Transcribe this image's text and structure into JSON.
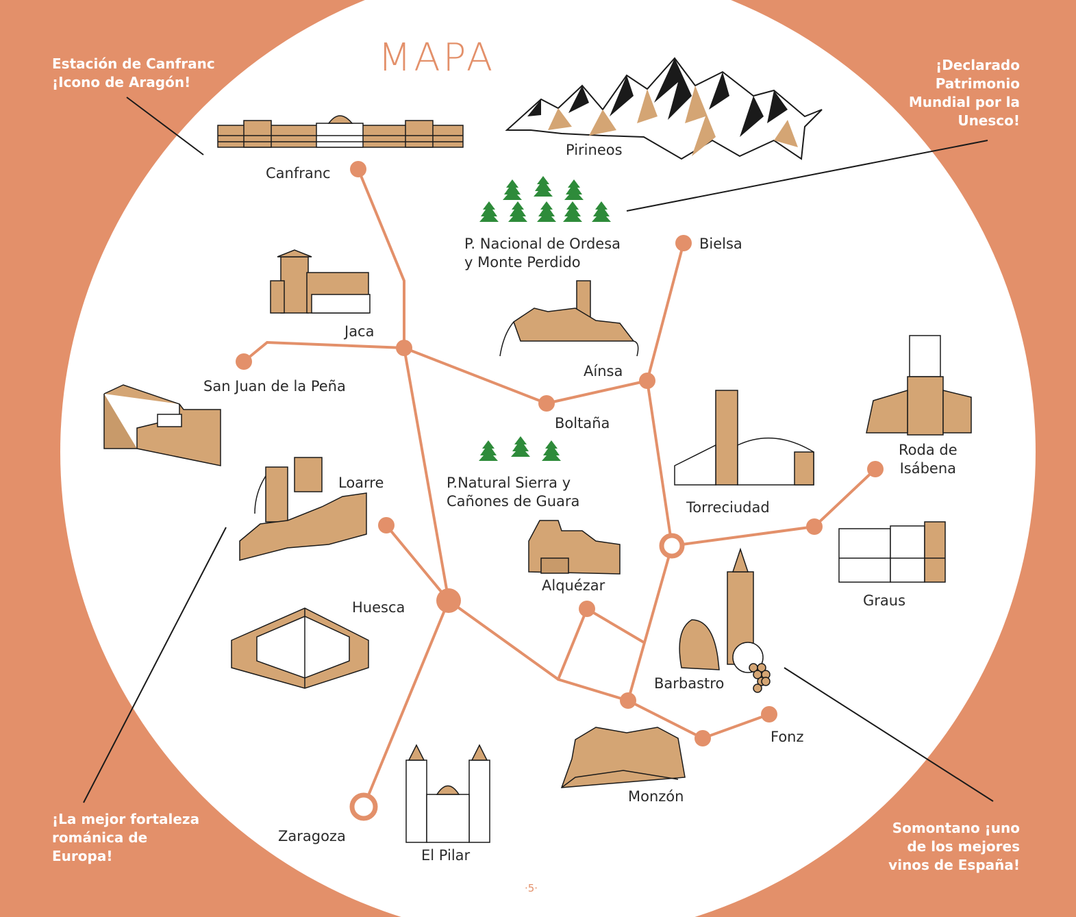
{
  "title": "MAPA",
  "page_number": "·5·",
  "colors": {
    "accent": "#e3906a",
    "illustration_fill": "#d4a574",
    "tree_green": "#2e8b3a",
    "text": "#2a2a2a"
  },
  "places": {
    "canfranc": "Canfranc",
    "pirineos": "Pirineos",
    "ordesa_line1": "P. Nacional de Ordesa",
    "ordesa_line2": "y Monte Perdido",
    "bielsa": "Bielsa",
    "jaca": "Jaca",
    "ainsa": "Aínsa",
    "san_juan": "San Juan de la Peña",
    "boltana": "Boltaña",
    "roda_line1": "Roda de",
    "roda_line2": "Isábena",
    "loarre": "Loarre",
    "guara_line1": "P.Natural Sierra y",
    "guara_line2": "Cañones de Guara",
    "torreciudad": "Torreciudad",
    "alquezar": "Alquézar",
    "graus": "Graus",
    "huesca": "Huesca",
    "barbastro": "Barbastro",
    "fonz": "Fonz",
    "monzon": "Monzón",
    "zaragoza": "Zaragoza",
    "el_pilar": "El Pilar"
  },
  "callouts": {
    "canfranc": [
      "Estación de Canfranc",
      "¡Icono de Aragón!"
    ],
    "unesco": [
      "¡Declarado",
      "Patrimonio",
      "Mundial por la",
      "Unesco!"
    ],
    "loarre": [
      "¡La mejor fortaleza",
      "románica de",
      "Europa!"
    ],
    "somontano": [
      "Somontano ¡uno",
      "de los mejores",
      "vinos de España!"
    ]
  }
}
